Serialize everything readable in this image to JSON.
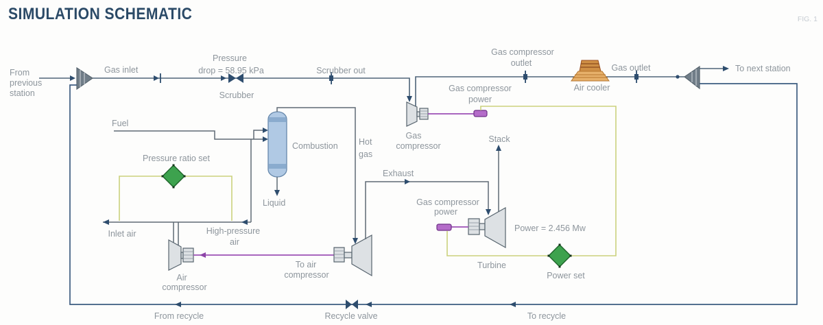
{
  "page": {
    "title": "SIMULATION SCHEMATIC",
    "figure_label": "FIG. 1"
  },
  "colors": {
    "title": "#2b4a67",
    "label": "#8d959c",
    "process_line": "#5e6a74",
    "gas_line": "#4e6478",
    "recycle_line": "#3d5c80",
    "power_line": "#9b4fb5",
    "power_marker_fill": "#b46cc9",
    "control_line": "#cbd17c",
    "set_diamond_fill": "#3da24e",
    "vessel_fill": "#b0c9e4",
    "cooler_base_fill": "#e6b06a",
    "cooler_top_fill": "#cf8f45",
    "icon_fill": "#dde1e4",
    "tee_fill": "#707d88"
  },
  "labels": {
    "from_previous_1": "From",
    "from_previous_2": "previous",
    "from_previous_3": "station",
    "gas_inlet": "Gas inlet",
    "pressure_drop_1": "Pressure",
    "pressure_drop_2": "drop = 58.95 kPa",
    "scrubber": "Scrubber",
    "scrubber_out": "Scrubber out",
    "gas_compressor_outlet_1": "Gas compressor",
    "gas_compressor_outlet_2": "outlet",
    "air_cooler": "Air cooler",
    "gas_outlet": "Gas outlet",
    "to_next_station": "To next station",
    "gas_compressor_power_1": "Gas compressor",
    "gas_compressor_power_2": "power",
    "gas_compressor_1": "Gas",
    "gas_compressor_2": "compressor",
    "fuel": "Fuel",
    "combustion": "Combustion",
    "hot_gas_1": "Hot",
    "hot_gas_2": "gas",
    "liquid": "Liquid",
    "pressure_ratio_set": "Pressure ratio set",
    "inlet_air": "Inlet air",
    "high_pressure_air_1": "High-pressure",
    "high_pressure_air_2": "air",
    "air_compressor_1": "Air",
    "air_compressor_2": "compressor",
    "to_air_compressor_1": "To air",
    "to_air_compressor_2": "compressor",
    "exhaust": "Exhaust",
    "stack": "Stack",
    "turbine": "Turbine",
    "power_value": "Power = 2.456 Mw",
    "power_set": "Power set",
    "from_recycle": "From recycle",
    "recycle_valve": "Recycle valve",
    "to_recycle": "To recycle"
  }
}
